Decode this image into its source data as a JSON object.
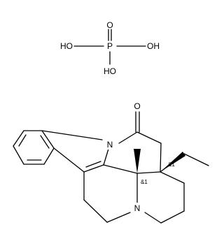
{
  "phosphoric_acid": {
    "labels": {
      "o_top": "O",
      "oh_left": "HO",
      "p": "P",
      "oh_right": "OH",
      "oh_bottom": "HO"
    }
  },
  "vincamine_like": {
    "labels": {
      "carbonyl_o": "O",
      "n_indole": "N",
      "n_amine": "N",
      "stereo_1": "&1",
      "stereo_2": "&1"
    }
  }
}
